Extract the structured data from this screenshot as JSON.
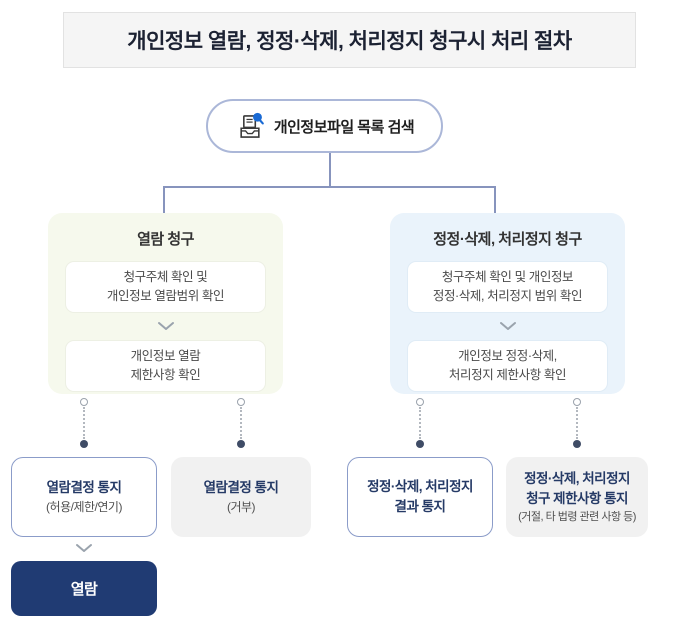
{
  "header": {
    "title": "개인정보 열람, 정정·삭제, 처리정지 청구시 처리 절차"
  },
  "root_node": {
    "label": "개인정보파일 목록 검색",
    "icon": "file-search-icon"
  },
  "branches": {
    "access": {
      "title": "열람 청구",
      "steps": [
        {
          "line1": "청구주체 확인 및",
          "line2": "개인정보 열람범위 확인"
        },
        {
          "line1": "개인정보 열람",
          "line2": "제한사항 확인"
        }
      ]
    },
    "correction": {
      "title": "정정·삭제, 처리정지 청구",
      "steps": [
        {
          "line1": "청구주체 확인 및 개인정보",
          "line2": "정정·삭제, 처리정지 범위 확인"
        },
        {
          "line1": "개인정보 정정·삭제,",
          "line2": "처리정지 제한사항 확인"
        }
      ]
    }
  },
  "outcomes": [
    {
      "title": "열람결정 통지",
      "subtitle": "(허용/제한/연기)",
      "variant": "outlined"
    },
    {
      "title": "열람결정 통지",
      "subtitle": "(거부)",
      "variant": "filled"
    },
    {
      "title_line1": "정정·삭제, 처리정지",
      "title_line2": "결과 통지",
      "variant": "outlined"
    },
    {
      "title_line1": "정정·삭제, 처리정지",
      "title_line2": "청구 제한사항 통지",
      "subtitle": "(거절, 타 법령 관련 사항 등)",
      "variant": "filled"
    }
  ],
  "final_action": {
    "label": "열람"
  },
  "colors": {
    "navy_button": "#203b73",
    "outline_blue": "#8b9cc9",
    "connector_line": "#8794bd",
    "panel_green": "#f6f9ed",
    "panel_blue": "#eaf3fb",
    "gray_box": "#f1f1f1",
    "magnifier_blue": "#1a6ad4",
    "title_navy": "#253a66"
  }
}
